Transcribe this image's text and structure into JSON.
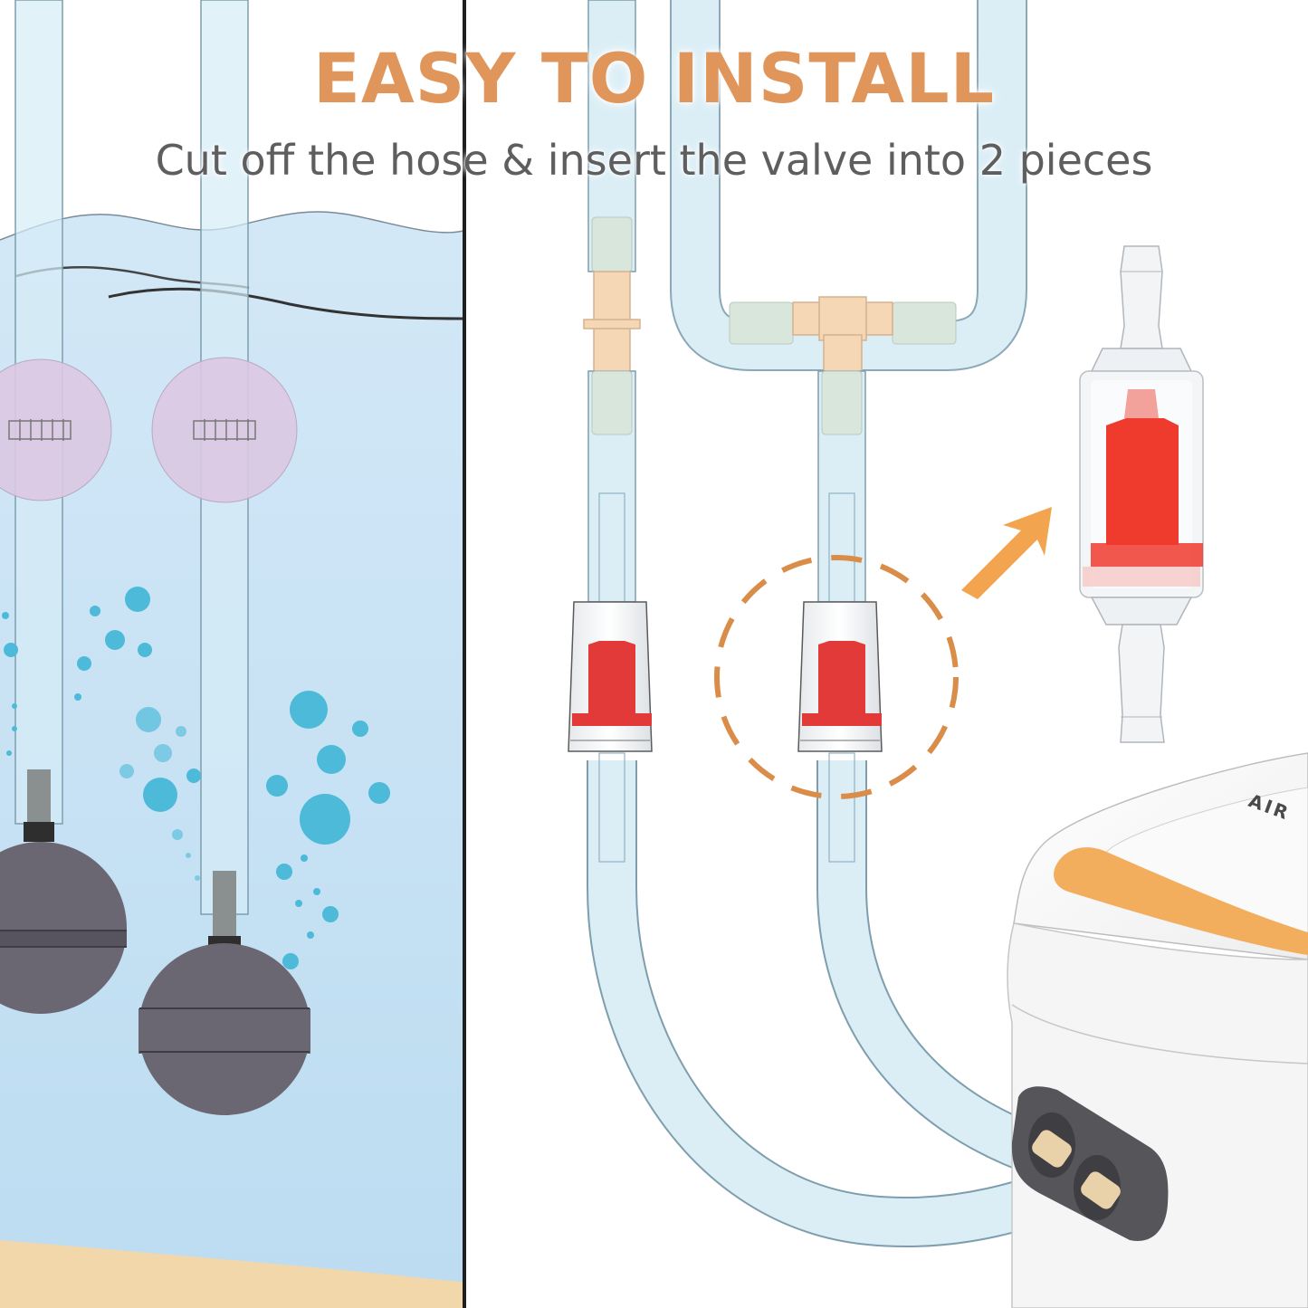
{
  "header": {
    "title": "EASY TO INSTALL",
    "subtitle": "Cut off the hose & insert the valve into 2 pieces"
  },
  "pump": {
    "brand_text": "AIR"
  },
  "colors": {
    "title": "#e0955a",
    "subtitle": "#5e5e5e",
    "water": "#c5e0f3",
    "valve_red": "#e23a38",
    "highlight": "#f2a54e",
    "air_stone": "#6a6773",
    "bubble": "#4cbad8",
    "suction_cup": "#dcc8e2",
    "sand": "#f2d7ab"
  },
  "icons": {
    "callout": "dashed-circle-highlight",
    "pointer": "arrow-up-right-icon"
  }
}
